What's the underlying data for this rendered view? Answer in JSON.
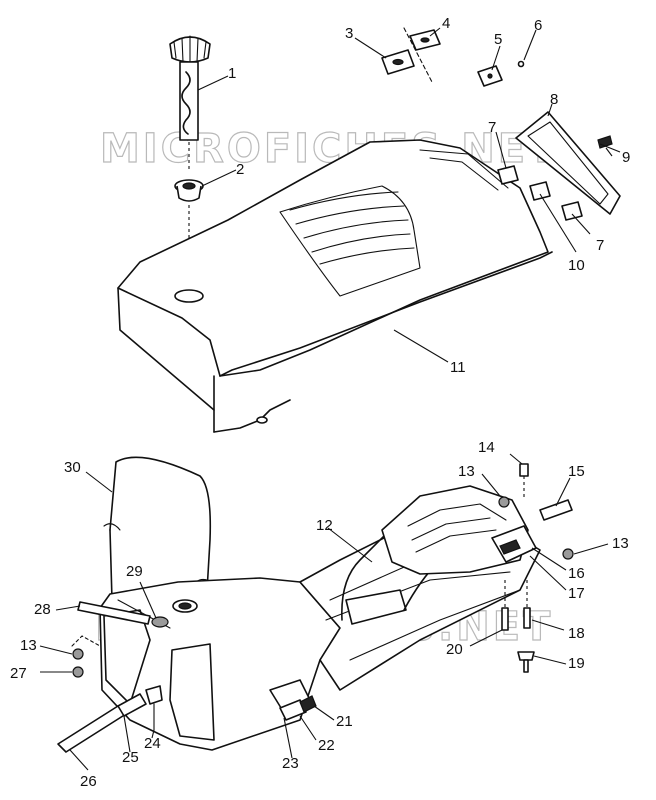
{
  "watermark": {
    "text": "MICROFICHES.NET"
  },
  "callouts": {
    "c1": "1",
    "c2": "2",
    "c3": "3",
    "c4": "4",
    "c5": "5",
    "c6": "6",
    "c7a": "7",
    "c7b": "7",
    "c8": "8",
    "c9": "9",
    "c10": "10",
    "c11": "11",
    "c12": "12",
    "c13a": "13",
    "c13b": "13",
    "c13c": "13",
    "c14": "14",
    "c15": "15",
    "c16": "16",
    "c17": "17",
    "c18": "18",
    "c19": "19",
    "c20": "20",
    "c21": "21",
    "c22": "22",
    "c23": "23",
    "c24": "24",
    "c25": "25",
    "c26": "26",
    "c27": "27",
    "c28": "28",
    "c29": "29",
    "c30": "30"
  }
}
